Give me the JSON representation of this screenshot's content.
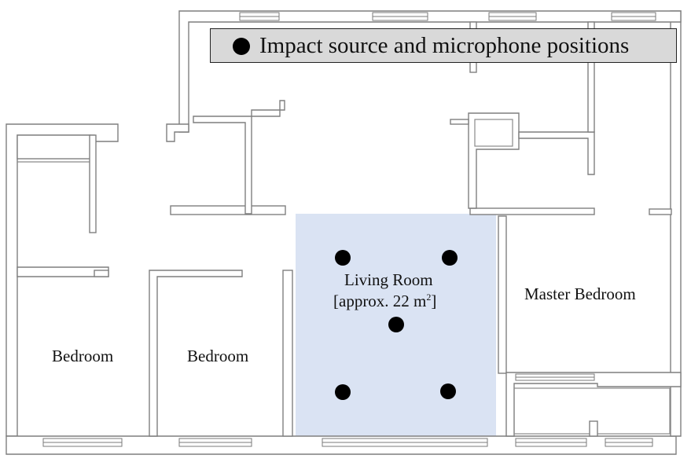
{
  "legend": {
    "label": "Impact source and microphone positions",
    "marker_color": "#000000"
  },
  "rooms": {
    "living_room_name": "Living Room",
    "living_room_area_prefix": "[approx. 22 m",
    "living_room_area_exponent": "2",
    "living_room_area_suffix": "]",
    "living_room_fill": "#dae3f3",
    "master_bedroom": "Master Bedroom",
    "bedroom_1": "Bedroom",
    "bedroom_2": "Bedroom"
  },
  "measurement_positions": {
    "count": 5
  }
}
